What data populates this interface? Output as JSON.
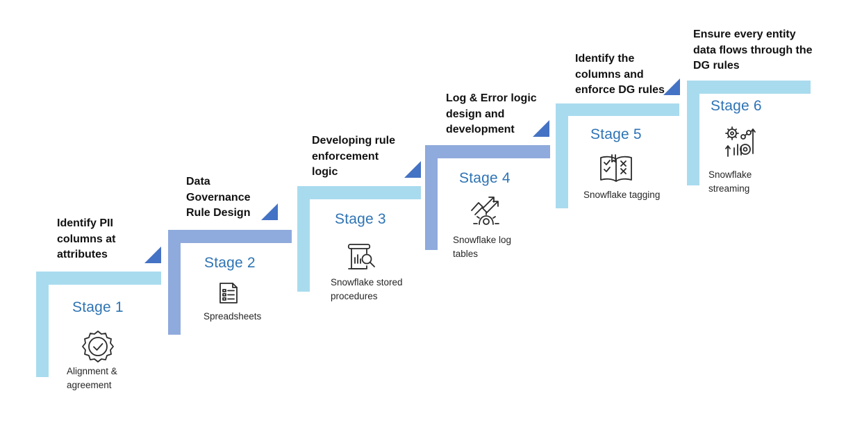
{
  "colors": {
    "light_blue": "#a9dbee",
    "mid_blue": "#8faadc",
    "triangle": "#4472c4",
    "stage_title": "#2e74b5",
    "label_text": "#111111",
    "caption_text": "#262626",
    "icon_stroke": "#2b2b2b"
  },
  "stages": [
    {
      "id": "stage-1",
      "title": "Stage 1",
      "label": [
        "Identify PII",
        "columns at",
        "attributes"
      ],
      "caption": [
        "Alignment &",
        "agreement"
      ],
      "icon": "badge-check-icon",
      "color": "light_blue"
    },
    {
      "id": "stage-2",
      "title": "Stage 2",
      "label": [
        "Data",
        "Governance",
        "Rule Design"
      ],
      "caption": [
        "Spreadsheets"
      ],
      "icon": "spreadsheet-icon",
      "color": "mid_blue"
    },
    {
      "id": "stage-3",
      "title": "Stage 3",
      "label": [
        "Developing rule",
        "enforcement",
        "logic"
      ],
      "caption": [
        "Snowflake stored",
        "procedures"
      ],
      "icon": "document-search-icon",
      "color": "light_blue"
    },
    {
      "id": "stage-4",
      "title": "Stage 4",
      "label": [
        "Log & Error logic",
        "design and",
        "development"
      ],
      "caption": [
        "Snowflake log",
        "tables"
      ],
      "icon": "growth-gear-icon",
      "color": "mid_blue"
    },
    {
      "id": "stage-5",
      "title": "Stage 5",
      "label": [
        "Identify the",
        "columns and",
        "enforce DG rules"
      ],
      "caption": [
        "Snowflake tagging"
      ],
      "icon": "checklist-book-icon",
      "color": "light_blue"
    },
    {
      "id": "stage-6",
      "title": "Stage 6",
      "label": [
        "Ensure every entity",
        "data flows through the",
        "DG rules"
      ],
      "caption": [
        "Snowflake",
        "streaming"
      ],
      "icon": "gear-analytics-icon",
      "color": "light_blue"
    }
  ]
}
